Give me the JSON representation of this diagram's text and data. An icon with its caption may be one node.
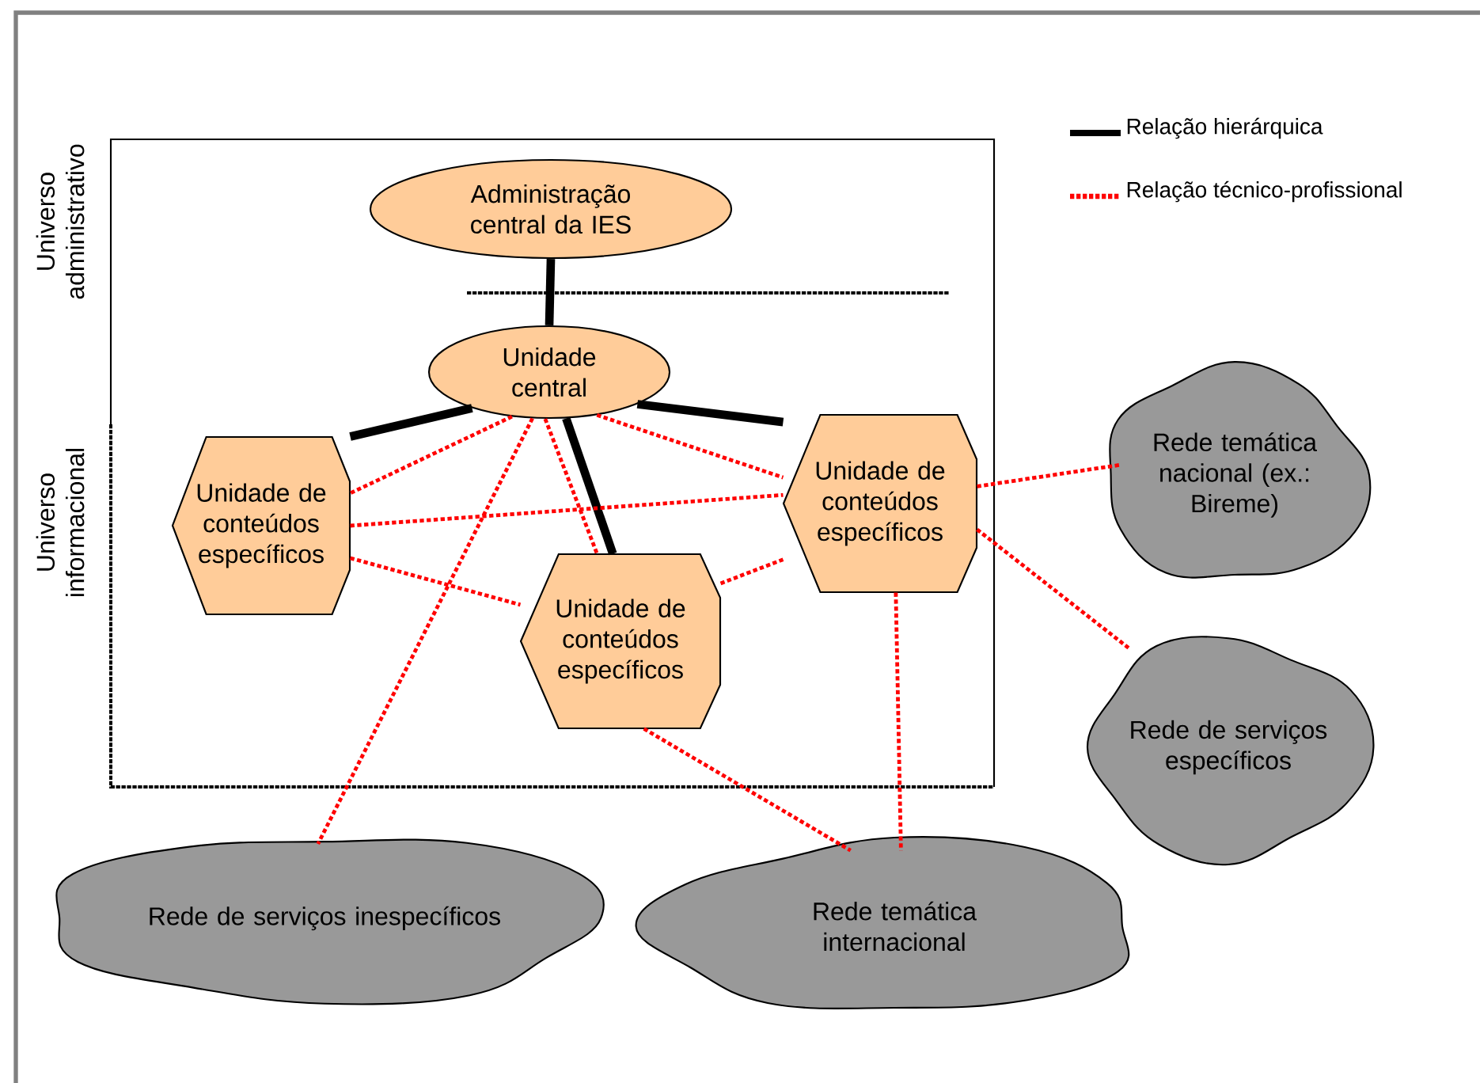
{
  "diagram": {
    "nodes": [
      {
        "text": [
          "Administração central da IES"
        ]
      },
      {
        "text": [
          "Unidade central"
        ]
      },
      {
        "text": [
          "Unidade de conteúdos específicos"
        ]
      },
      {
        "text": [
          "Unidade de conteúdos específicos"
        ]
      },
      {
        "text": [
          "Unidade de conteúdos específicos"
        ]
      },
      {
        "text": [
          "Rede temática nacional (ex.: Bireme)"
        ]
      },
      {
        "text": [
          "Rede de serviços específicos"
        ]
      },
      {
        "text": [
          "Rede de serviços inespecíficos"
        ]
      },
      {
        "text": [
          "Rede temática internacional"
        ]
      }
    ],
    "edges": [
      {
        "from": 0,
        "to": 1,
        "arrow": "none",
        "style": "thick",
        "color": "#000000"
      },
      {
        "from": 1,
        "to": 2,
        "arrow": "none",
        "style": "thick",
        "color": "#000000"
      },
      {
        "from": 1,
        "to": 3,
        "arrow": "none",
        "style": "thick",
        "color": "#000000"
      },
      {
        "from": 1,
        "to": 4,
        "arrow": "none",
        "style": "thick",
        "color": "#000000"
      },
      {
        "from": 1,
        "to": 2,
        "arrow": "none",
        "style": "dashed",
        "color": "#ff0000"
      },
      {
        "from": 1,
        "to": 4,
        "arrow": "none",
        "style": "dashed",
        "color": "#ff0000"
      },
      {
        "from": 1,
        "to": 3,
        "arrow": "none",
        "style": "dashed",
        "color": "#ff0000"
      },
      {
        "from": 1,
        "to": 7,
        "arrow": "none",
        "style": "dashed",
        "color": "#ff0000"
      },
      {
        "from": 2,
        "to": 4,
        "arrow": "none",
        "style": "dashed",
        "color": "#ff0000"
      },
      {
        "from": 2,
        "to": 3,
        "arrow": "none",
        "style": "dashed",
        "color": "#ff0000"
      },
      {
        "from": 3,
        "to": 4,
        "arrow": "none",
        "style": "dashed",
        "color": "#ff0000"
      },
      {
        "from": 4,
        "to": 5,
        "arrow": "none",
        "style": "dashed",
        "color": "#ff0000"
      },
      {
        "from": 4,
        "to": 6,
        "arrow": "none",
        "style": "dashed",
        "color": "#ff0000"
      },
      {
        "from": 4,
        "to": 8,
        "arrow": "none",
        "style": "dashed",
        "color": "#ff0000"
      },
      {
        "from": 3,
        "to": 8,
        "arrow": "none",
        "style": "dashed",
        "color": "#ff0000"
      }
    ],
    "labels": [
      "Universo administrativo",
      "Universo informacional"
    ],
    "legend": [
      {
        "text": "Relação hierárquica"
      },
      {
        "text": "Relação técnico-profissional"
      }
    ]
  }
}
